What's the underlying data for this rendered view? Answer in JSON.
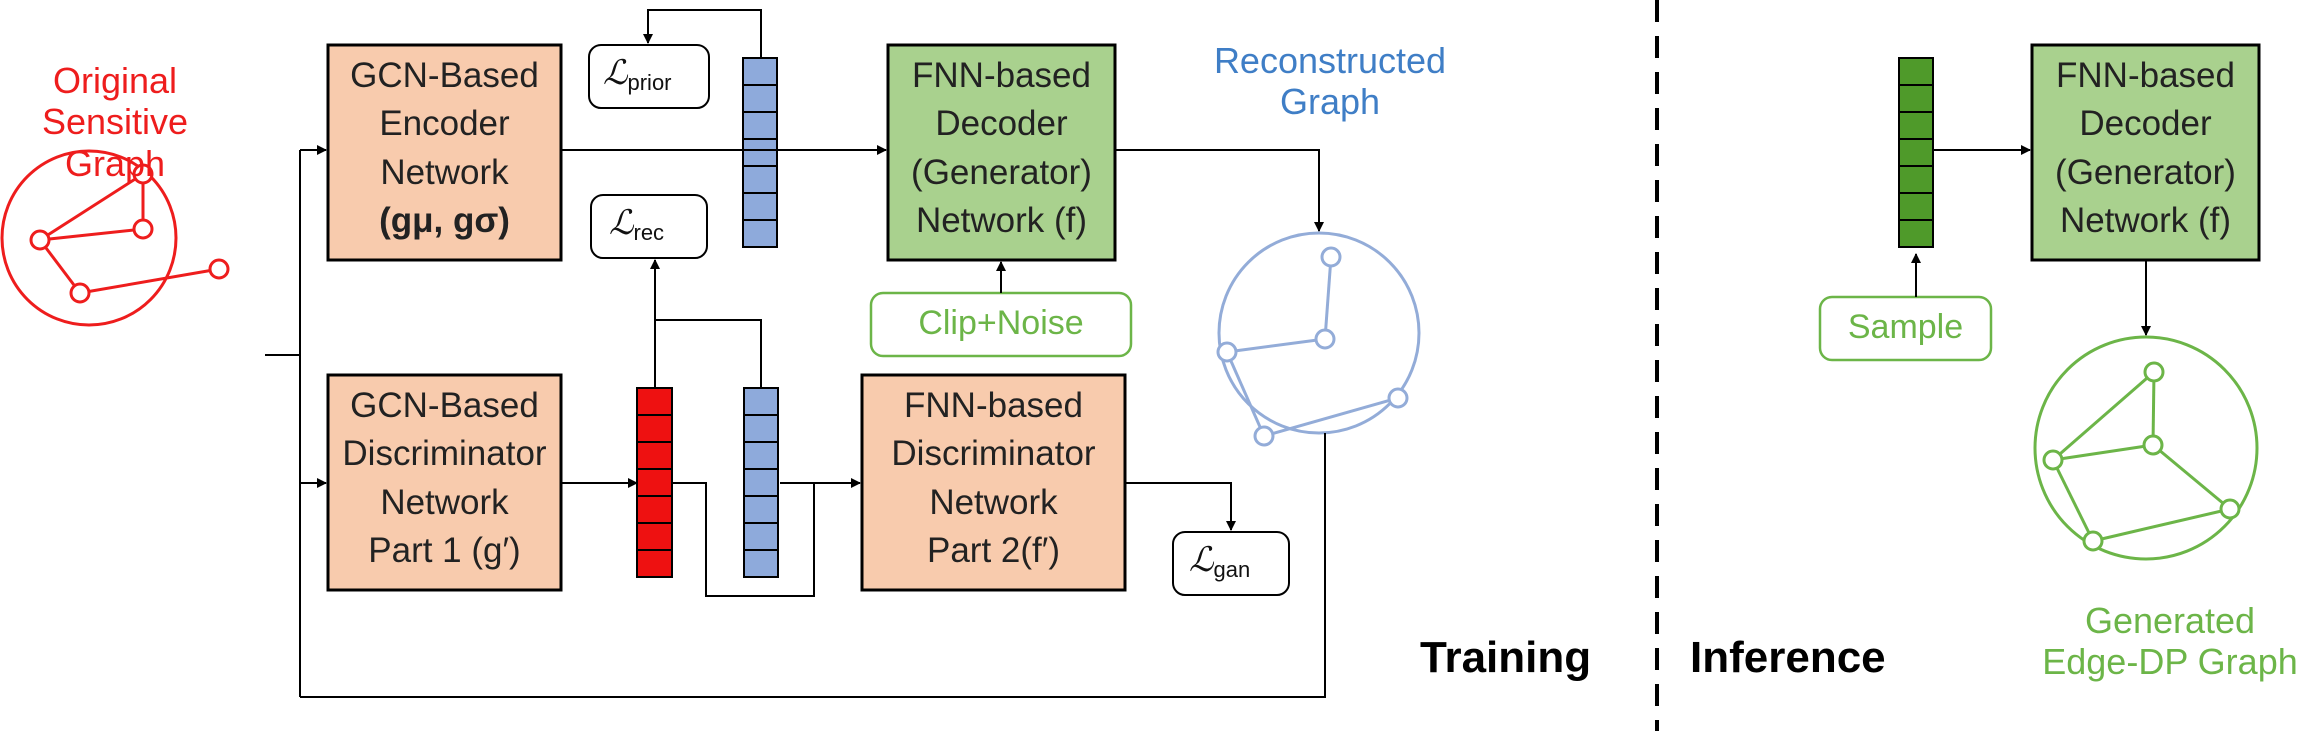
{
  "labels": {
    "original_graph": [
      "Original",
      "Sensitive",
      "Graph"
    ],
    "reconstructed_graph": [
      "Reconstructed",
      "Graph"
    ],
    "generated_graph": [
      "Generated",
      "Edge-DP Graph"
    ],
    "training": "Training",
    "inference": "Inference",
    "clip_noise": "Clip+Noise",
    "sample": "Sample"
  },
  "boxes": {
    "encoder": {
      "lines": [
        "GCN-Based",
        "Encoder",
        "Network"
      ],
      "params": "(gμ, gσ)"
    },
    "decoder_train": {
      "lines": [
        "FNN-based",
        "Decoder",
        "(Generator)"
      ],
      "last": "Network (f)"
    },
    "disc1": {
      "lines": [
        "GCN-Based",
        "Discriminator",
        "Network"
      ],
      "last": "Part 1 (g′)"
    },
    "disc2": {
      "lines": [
        "FNN-based",
        "Discriminator",
        "Network"
      ],
      "last": "Part 2(f′)"
    },
    "decoder_infer": {
      "lines": [
        "FNN-based",
        "Decoder",
        "(Generator)"
      ],
      "last": "Network (f)"
    }
  },
  "losses": {
    "prior": {
      "symbol": "ℒ",
      "sub": "prior"
    },
    "rec": {
      "symbol": "ℒ",
      "sub": "rec"
    },
    "gan": {
      "symbol": "ℒ",
      "sub": "gan"
    }
  },
  "colors": {
    "red": "#ee1d1d",
    "blue": "#3f7ec6",
    "light_blue": "#93acd8",
    "green": "#6cb548",
    "box_orange": "#f8cbad",
    "box_green": "#a9d18e",
    "vec_blue": "#8eaadb",
    "vec_red": "#ee1111",
    "vec_green": "#4f9a2a"
  }
}
